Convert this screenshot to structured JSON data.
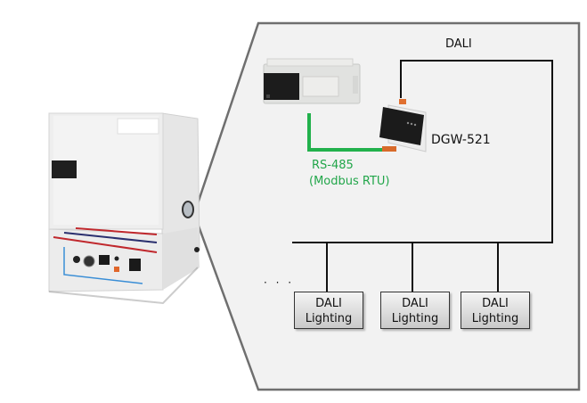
{
  "diagram": {
    "bus_label": "DALI",
    "gateway_label": "DGW-521",
    "link_label_line1": "RS-485",
    "link_label_line2": "(Modbus RTU)",
    "ellipsis": "· · ·",
    "lighting_nodes": [
      {
        "line1": "DALI",
        "line2": "Lighting"
      },
      {
        "line1": "DALI",
        "line2": "Lighting"
      },
      {
        "line1": "DALI",
        "line2": "Lighting"
      }
    ],
    "devices": {
      "furnace": "laboratory-furnace",
      "plc": "plc-controller",
      "gateway": "dali-gateway"
    },
    "colors": {
      "panel_bg": "#f2f2f2",
      "panel_border": "#6f6f6f",
      "rs485_line": "#22b14c",
      "dali_line": "#111111",
      "stripe_red": "#c0282d",
      "stripe_blue": "#2a2f6e"
    }
  }
}
